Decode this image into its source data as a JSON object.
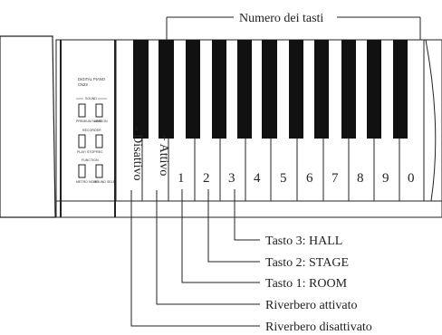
{
  "header_label": "Numero dei tasti",
  "panel": {
    "model_line1": "DIGITAL PIANO",
    "model_line2": "CN23",
    "group_sound": "SOUND",
    "group_recorder": "RECORDER",
    "group_function": "FUNCTION",
    "btn_1": "PREMIUM NAME",
    "btn_2": "LESSON",
    "btn_3": "PLAY/ STOP",
    "btn_4": "REC",
    "btn_5": "METRO NOME",
    "btn_6": "SOUND SELECT"
  },
  "keys": {
    "k1": "- Disattivo",
    "k2": "+ Attivo",
    "k3": "1",
    "k4": "2",
    "k5": "3",
    "k6": "4",
    "k7": "5",
    "k8": "6",
    "k9": "7",
    "k10": "8",
    "k11": "9",
    "k12": "0"
  },
  "callouts": {
    "c1": "Tasto 3: HALL",
    "c2": "Tasto 2: STAGE",
    "c3": "Tasto 1: ROOM",
    "c4": "Riverbero attivato",
    "c5": "Riverbero disattivato"
  }
}
